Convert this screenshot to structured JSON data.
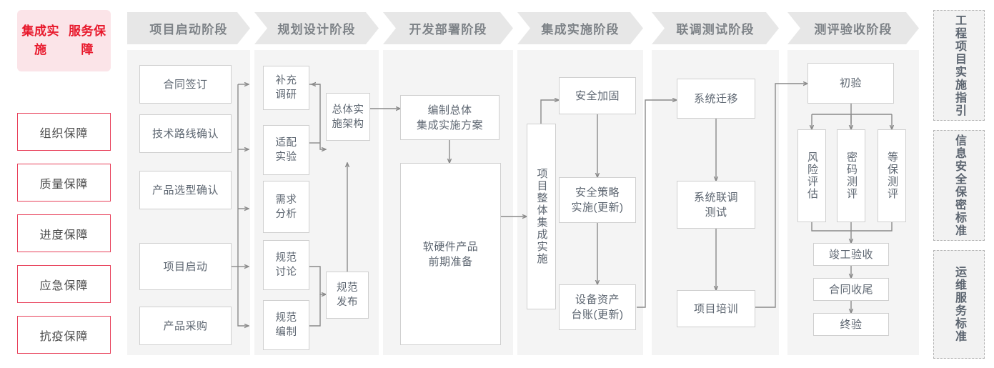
{
  "guarantee": {
    "title": "集成实施\n服务保障",
    "title_lines": [
      "集成实施",
      "服务保障"
    ],
    "items": [
      {
        "label": "组织保障"
      },
      {
        "label": "质量保障"
      },
      {
        "label": "进度保障"
      },
      {
        "label": "应急保障"
      },
      {
        "label": "抗疫保障"
      }
    ],
    "accent_color": "#e8192c",
    "bg_color": "#fbe4e8",
    "border_color": "#e8405a"
  },
  "phases": [
    {
      "id": "p1",
      "header": "项目启动阶段",
      "nodes": [
        {
          "id": "n-htqd",
          "label": "合同签订"
        },
        {
          "id": "n-jsxl",
          "label": "技术路线确认"
        },
        {
          "id": "n-cpxx",
          "label": "产品选型确认"
        },
        {
          "id": "n-xmqd",
          "label": "项目启动"
        },
        {
          "id": "n-cpcg",
          "label": "产品采购"
        }
      ]
    },
    {
      "id": "p2",
      "header": "规划设计阶段",
      "nodes": [
        {
          "id": "n-bcdy",
          "label": "补充\n调研",
          "lines": [
            "补充",
            "调研"
          ]
        },
        {
          "id": "n-spsy",
          "label": "适配\n实验",
          "lines": [
            "适配",
            "实验"
          ]
        },
        {
          "id": "n-xqfx",
          "label": "需求\n分析",
          "lines": [
            "需求",
            "分析"
          ]
        },
        {
          "id": "n-gftl",
          "label": "规范\n讨论",
          "lines": [
            "规范",
            "讨论"
          ]
        },
        {
          "id": "n-gfbz",
          "label": "规范\n编制",
          "lines": [
            "规范",
            "编制"
          ]
        },
        {
          "id": "n-ztss",
          "label": "总体实\n施架构",
          "lines": [
            "总体实",
            "施架构"
          ]
        },
        {
          "id": "n-gffb",
          "label": "规范\n发布",
          "lines": [
            "规范",
            "发布"
          ]
        }
      ]
    },
    {
      "id": "p3",
      "header": "开发部署阶段",
      "nodes": [
        {
          "id": "n-bzzt",
          "label": "编制总体\n集成实施方案",
          "lines": [
            "编制总体",
            "集成实施方案"
          ]
        },
        {
          "id": "n-ryj",
          "label": "软硬件产品\n前期准备",
          "lines": [
            "软硬件产品",
            "前期准备"
          ]
        }
      ]
    },
    {
      "id": "p4",
      "header": "集成实施阶段",
      "nodes": [
        {
          "id": "n-xmzt",
          "label": "项目整体集成实施"
        },
        {
          "id": "n-aqjg",
          "label": "安全加固"
        },
        {
          "id": "n-aqcl",
          "label": "安全策略\n实施(更新)",
          "lines": [
            "安全策略",
            "实施(更新)"
          ]
        },
        {
          "id": "n-sbzc",
          "label": "设备资产\n台账(更新)",
          "lines": [
            "设备资产",
            "台账(更新)"
          ]
        }
      ]
    },
    {
      "id": "p5",
      "header": "联调测试阶段",
      "nodes": [
        {
          "id": "n-xtqy",
          "label": "系统迁移"
        },
        {
          "id": "n-xtld",
          "label": "系统联调\n测试",
          "lines": [
            "系统联调",
            "测试"
          ]
        },
        {
          "id": "n-xmpx",
          "label": "项目培训"
        }
      ]
    },
    {
      "id": "p6",
      "header": "测评验收阶段",
      "nodes": [
        {
          "id": "n-chuy",
          "label": "初验"
        },
        {
          "id": "n-fxpg",
          "label": "风险评估"
        },
        {
          "id": "n-mmcp",
          "label": "密码测评"
        },
        {
          "id": "n-dbcp",
          "label": "等保测评"
        },
        {
          "id": "n-jgys",
          "label": "竣工验收"
        },
        {
          "id": "n-htsw",
          "label": "合同收尾"
        },
        {
          "id": "n-zhys",
          "label": "终验"
        }
      ]
    }
  ],
  "standards": [
    {
      "id": "s1",
      "label": "工程项目实施指引",
      "chars": "工程项目实施指引"
    },
    {
      "id": "s2",
      "label": "信息安全保密标准",
      "chars": "信息安全保密标准"
    },
    {
      "id": "s3",
      "label": "运维服务标准",
      "chars": "运维服务标准"
    }
  ],
  "style": {
    "node_border": "#cfcfcf",
    "node_text": "#5c6570",
    "phase_header_bg": "#e7e7e7",
    "phase_header_text": "#7d8287",
    "phase_body_bg": "#f4f4f4",
    "connector": "#8a8a8a",
    "standards_bg": "#f2f2f2",
    "standards_border": "#b5b5b5"
  }
}
